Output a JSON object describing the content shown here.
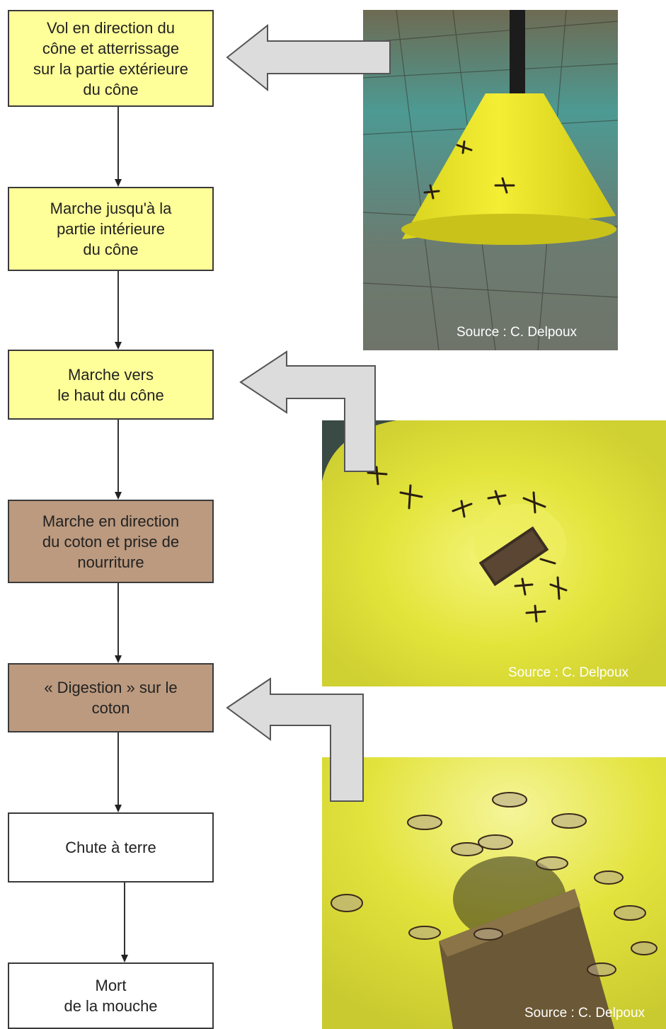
{
  "steps": {
    "s1": "Vol en direction du\ncône et atterrissage\nsur la partie extérieure\ndu cône",
    "s2": "Marche jusqu'à la\npartie intérieure\ndu cône",
    "s3": "Marche vers\nle haut du cône",
    "s4": "Marche en direction\ndu coton et prise de\nnourriture",
    "s5": "« Digestion » sur le\ncoton",
    "s6": "Chute à terre",
    "s7": "Mort\nde la mouche"
  },
  "photos": {
    "cone": "Source : C. Delpoux",
    "inside": "Source : C. Delpoux",
    "cotton": "Source : C. Delpoux"
  },
  "colors": {
    "step_yellow": "#ffff99",
    "step_brown": "#bc9a7f",
    "step_white": "#ffffff",
    "arrow_fill": "#dcdcdc",
    "trap_yellow": "#e2e23a"
  }
}
